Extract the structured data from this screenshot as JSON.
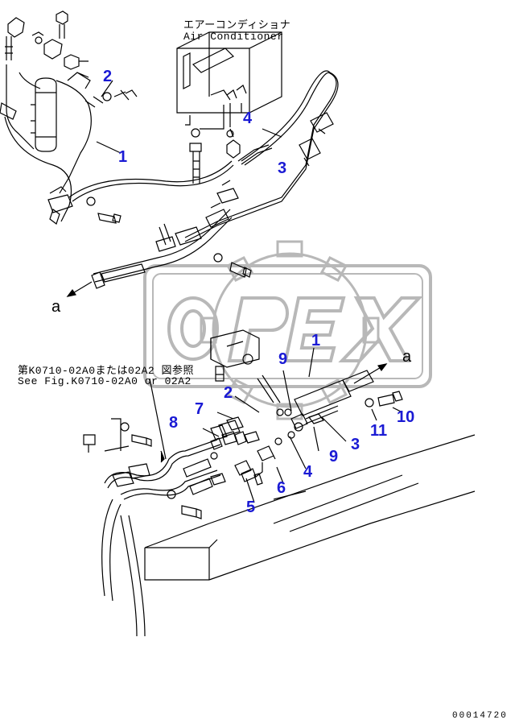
{
  "air_conditioner": {
    "jp": "エアーコンディショナ",
    "en": "Air Conditioner"
  },
  "reference": {
    "jp": "第K0710-02A0または02A2 図参照",
    "en": "See Fig.K0710-02A0 or 02A2"
  },
  "watermark": "OPEX",
  "arrow_label_left": "a",
  "arrow_label_right": "a",
  "drawing_code": "00014720",
  "callouts": [
    "2",
    "1",
    "4",
    "3",
    "1",
    "9",
    "2",
    "7",
    "8",
    "9",
    "3",
    "11",
    "10",
    "4",
    "6",
    "5"
  ],
  "colors": {
    "callout": "#1a1ad4",
    "line": "#000000",
    "watermark": "#b8b8b8"
  }
}
